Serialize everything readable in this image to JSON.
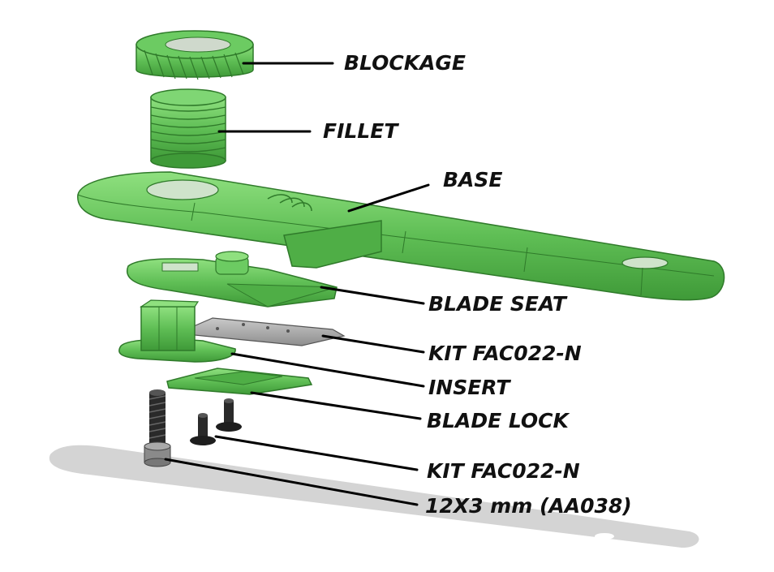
{
  "labels": {
    "blockage": "BLOCKAGE",
    "fillet": "FILLET",
    "base": "BASE",
    "blade_seat": "BLADE SEAT",
    "kit_top": "KIT FAC022-N",
    "insert": "INSERT",
    "blade_lock": "BLADE LOCK",
    "kit_bottom": "KIT FAC022-N",
    "screw": "12X3 mm (AA038)"
  },
  "colors": {
    "part_green": "#5fbe55",
    "part_dark": "#2f7a2a",
    "metal": "#9a9a9a",
    "screw": "#2a2a2a",
    "shadow": "#cfcfcf"
  }
}
